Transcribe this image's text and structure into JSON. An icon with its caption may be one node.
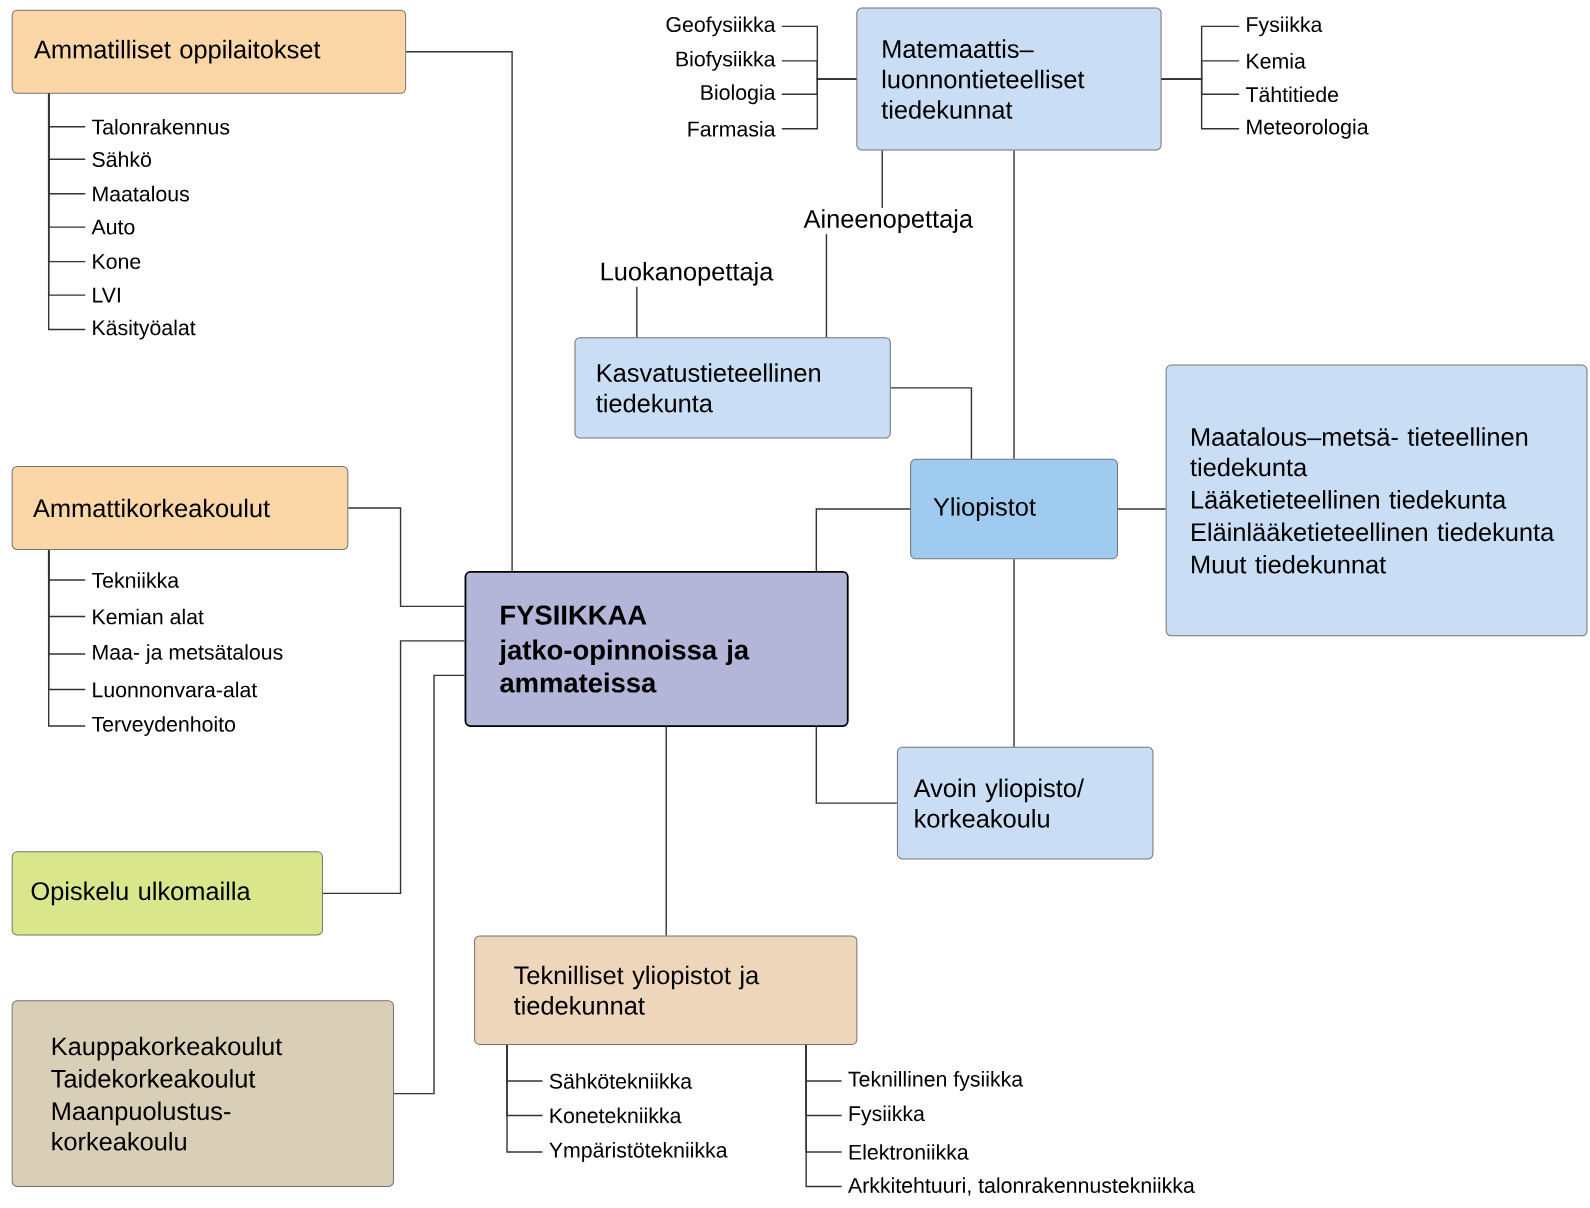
{
  "diagram": {
    "nodes": [
      {
        "text": [
          "Ammatilliset oppilaitokset"
        ]
      },
      {
        "text": [
          "Geofysiikka"
        ]
      },
      {
        "text": [
          "Biofysiikka"
        ]
      },
      {
        "text": [
          "Biologia"
        ]
      },
      {
        "text": [
          "Farmasia"
        ]
      },
      {
        "text": [
          "Matemaattis– luonnontieteelliset tiedekunnat"
        ]
      },
      {
        "text": [
          "Fysiikka"
        ]
      },
      {
        "text": [
          "Kemia"
        ]
      },
      {
        "text": [
          "Tähtitiede"
        ]
      },
      {
        "text": [
          "Meteorologia"
        ]
      },
      {
        "text": [
          "Talonrakennus"
        ]
      },
      {
        "text": [
          "Sähkö"
        ]
      },
      {
        "text": [
          "Maatalous"
        ]
      },
      {
        "text": [
          "Auto"
        ]
      },
      {
        "text": [
          "Kone"
        ]
      },
      {
        "text": [
          "LVI"
        ]
      },
      {
        "text": [
          "Käsityöalat"
        ]
      },
      {
        "text": [
          "Aineenopettaja"
        ]
      },
      {
        "text": [
          "Luokanopettaja"
        ]
      },
      {
        "text": [
          "Kasvatustieteellinen tiedekunta"
        ]
      },
      {
        "text": [
          "Maatalous–metsä- tieteellinen tiedekunta",
          "Lääketieteellinen tiedekunta",
          "Eläinlääketieteellinen tiedekunta",
          "Muut tiedekunnat"
        ]
      },
      {
        "text": [
          "Ammattikorkeakoulut"
        ]
      },
      {
        "text": [
          "Yliopistot"
        ]
      },
      {
        "text": [
          "Tekniikka"
        ]
      },
      {
        "text": [
          "Kemian alat"
        ]
      },
      {
        "text": [
          "Maa- ja metsätalous"
        ]
      },
      {
        "text": [
          "Luonnonvara-alat"
        ]
      },
      {
        "text": [
          "Terveydenhoito"
        ]
      },
      {
        "text": [
          "FYSIIKKAA",
          "jatko-opinnoissa ja ammateissa"
        ]
      },
      {
        "text": [
          "Avoin yliopisto/ korkeakoulu"
        ]
      },
      {
        "text": [
          "Opiskelu ulkomailla"
        ]
      },
      {
        "text": [
          "Teknilliset yliopistot ja tiedekunnat"
        ]
      },
      {
        "text": [
          "Kauppakorkeakoulut",
          "Taidekorkeakoulut",
          "Maanpuolustus- korkeakoulu"
        ]
      },
      {
        "text": [
          "Sähkötekniikka"
        ]
      },
      {
        "text": [
          "Konetekniikka"
        ]
      },
      {
        "text": [
          "Ympäristötekniikka"
        ]
      },
      {
        "text": [
          "Teknillinen fysiikka"
        ]
      },
      {
        "text": [
          "Fysiikka"
        ]
      },
      {
        "text": [
          "Elektroniikka"
        ]
      },
      {
        "text": [
          "Arkkitehtuuri, talonrakennustekniikka"
        ]
      }
    ],
    "edges": [
      {
        "from": 0,
        "to": 28,
        "arrow": "none"
      },
      {
        "from": 0,
        "to": 10,
        "arrow": "none"
      },
      {
        "from": 0,
        "to": 11,
        "arrow": "none"
      },
      {
        "from": 0,
        "to": 12,
        "arrow": "none"
      },
      {
        "from": 0,
        "to": 13,
        "arrow": "none"
      },
      {
        "from": 0,
        "to": 14,
        "arrow": "none"
      },
      {
        "from": 0,
        "to": 15,
        "arrow": "none"
      },
      {
        "from": 0,
        "to": 16,
        "arrow": "none"
      },
      {
        "from": 1,
        "to": 5,
        "arrow": "none"
      },
      {
        "from": 2,
        "to": 5,
        "arrow": "none"
      },
      {
        "from": 3,
        "to": 5,
        "arrow": "none"
      },
      {
        "from": 4,
        "to": 5,
        "arrow": "none"
      },
      {
        "from": 5,
        "to": 6,
        "arrow": "none"
      },
      {
        "from": 5,
        "to": 7,
        "arrow": "none"
      },
      {
        "from": 5,
        "to": 8,
        "arrow": "none"
      },
      {
        "from": 5,
        "to": 9,
        "arrow": "none"
      },
      {
        "from": 5,
        "to": 17,
        "arrow": "none"
      },
      {
        "from": 17,
        "to": 19,
        "arrow": "none"
      },
      {
        "from": 18,
        "to": 19,
        "arrow": "none"
      },
      {
        "from": 19,
        "to": 22,
        "arrow": "none"
      },
      {
        "from": 5,
        "to": 22,
        "arrow": "none"
      },
      {
        "from": 22,
        "to": 20,
        "arrow": "none"
      },
      {
        "from": 22,
        "to": 28,
        "arrow": "none"
      },
      {
        "from": 22,
        "to": 29,
        "arrow": "none"
      },
      {
        "from": 28,
        "to": 29,
        "arrow": "none"
      },
      {
        "from": 21,
        "to": 28,
        "arrow": "none"
      },
      {
        "from": 21,
        "to": 23,
        "arrow": "none"
      },
      {
        "from": 21,
        "to": 24,
        "arrow": "none"
      },
      {
        "from": 21,
        "to": 25,
        "arrow": "none"
      },
      {
        "from": 21,
        "to": 26,
        "arrow": "none"
      },
      {
        "from": 21,
        "to": 27,
        "arrow": "none"
      },
      {
        "from": 30,
        "to": 28,
        "arrow": "none"
      },
      {
        "from": 32,
        "to": 28,
        "arrow": "none"
      },
      {
        "from": 28,
        "to": 31,
        "arrow": "none"
      },
      {
        "from": 31,
        "to": 33,
        "arrow": "none"
      },
      {
        "from": 31,
        "to": 34,
        "arrow": "none"
      },
      {
        "from": 31,
        "to": 35,
        "arrow": "none"
      },
      {
        "from": 31,
        "to": 36,
        "arrow": "none"
      },
      {
        "from": 31,
        "to": 37,
        "arrow": "none"
      },
      {
        "from": 31,
        "to": 38,
        "arrow": "none"
      },
      {
        "from": 31,
        "to": 39,
        "arrow": "none"
      }
    ]
  }
}
